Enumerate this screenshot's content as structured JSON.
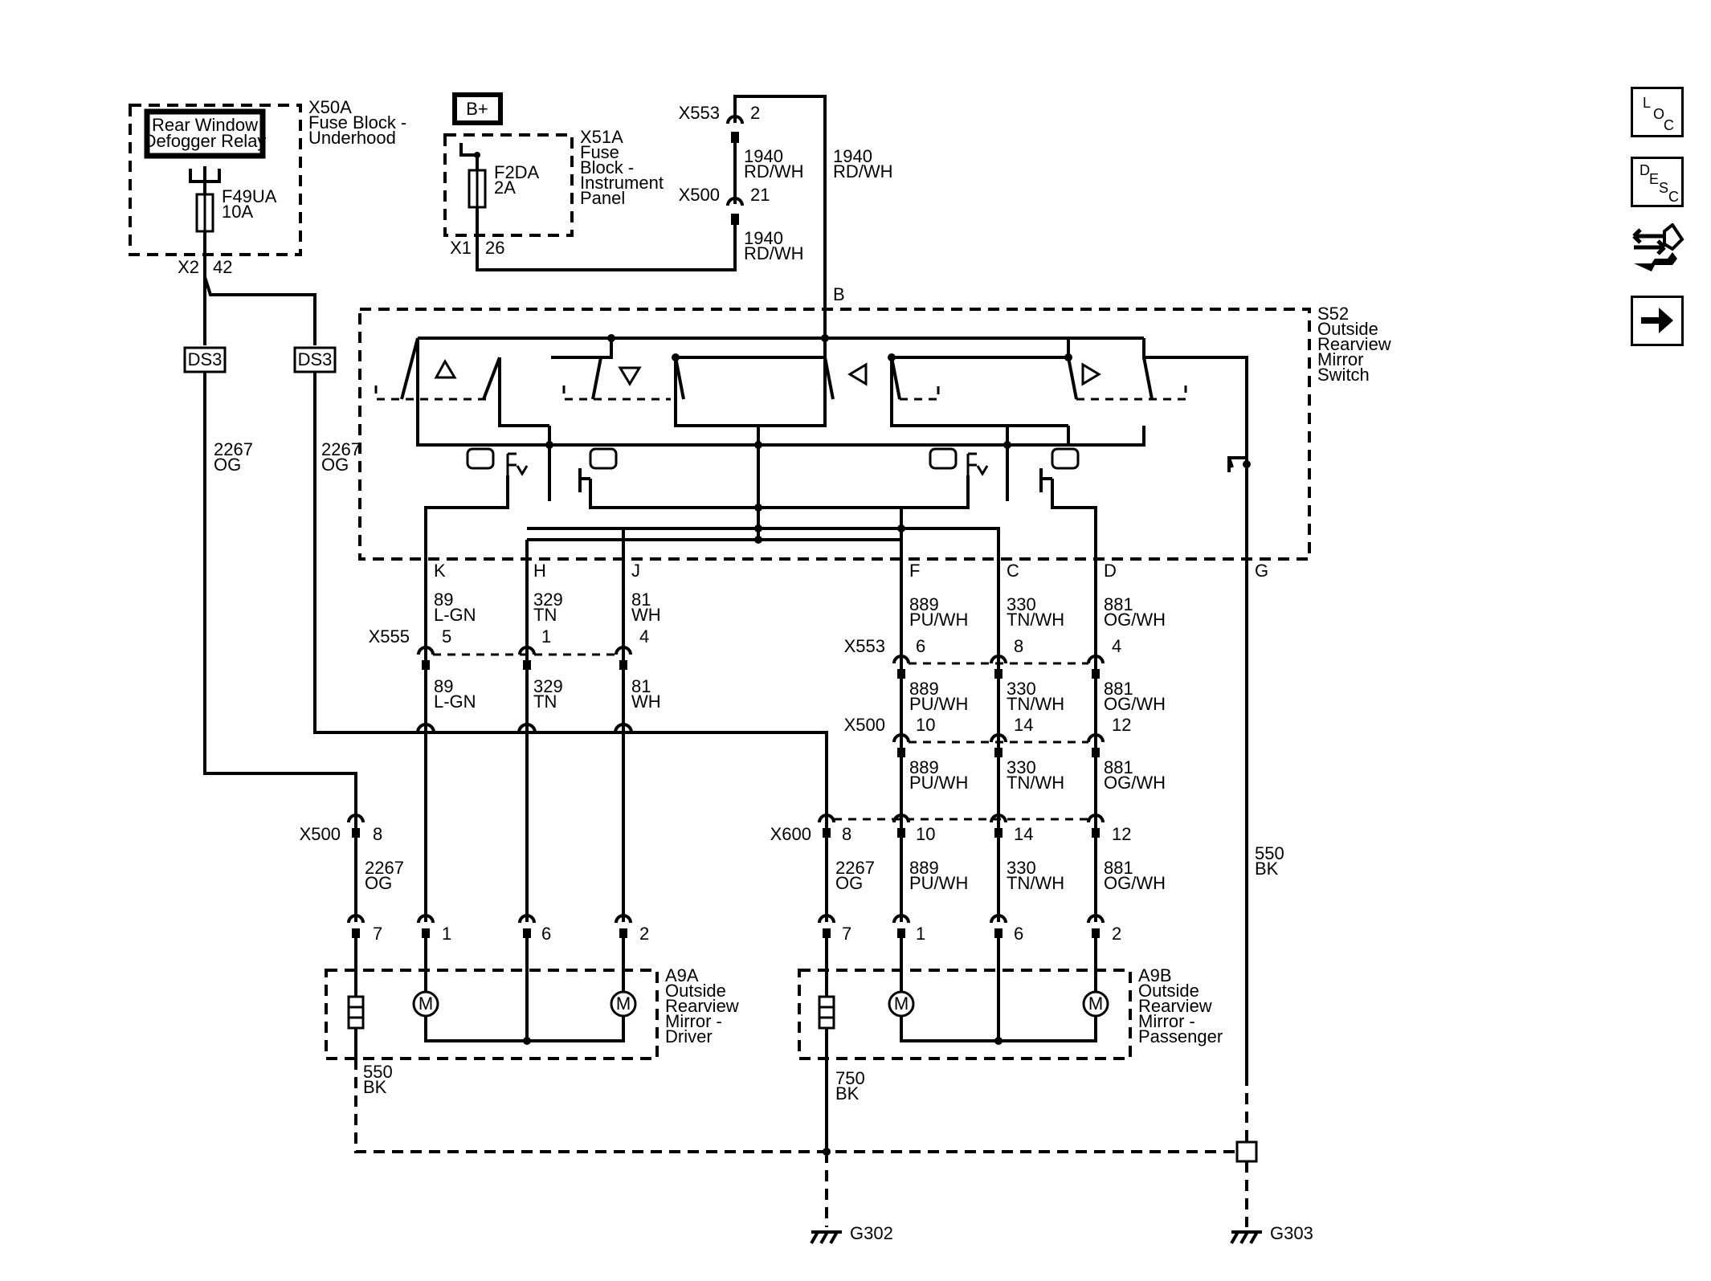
{
  "components": {
    "x50a": {
      "id": "X50A",
      "line1": "Fuse Block -",
      "line2": "Underhood"
    },
    "relay": {
      "line1": "Rear Window",
      "line2": "Defogger Relay"
    },
    "f49ua": {
      "id": "F49UA",
      "rating": "10A"
    },
    "x2": {
      "conn": "X2",
      "pin": "42"
    },
    "bplus": "B+",
    "x51a": {
      "id": "X51A",
      "line1": "Fuse",
      "line2": "Block -",
      "line3": "Instrument",
      "line4": "Panel"
    },
    "f2da": {
      "id": "F2DA",
      "rating": "2A"
    },
    "x1": {
      "conn": "X1",
      "pin": "26"
    },
    "s52": {
      "id": "S52",
      "line1": "Outside",
      "line2": "Rearview",
      "line3": "Mirror",
      "line4": "Switch"
    },
    "a9a": {
      "id": "A9A",
      "line1": "Outside",
      "line2": "Rearview",
      "line3": "Mirror -",
      "line4": "Driver"
    },
    "a9b": {
      "id": "A9B",
      "line1": "Outside",
      "line2": "Rearview",
      "line3": "Mirror -",
      "line4": "Passenger"
    },
    "motor": "M",
    "g302": "G302",
    "g303": "G303"
  },
  "splices": {
    "left": "DS3",
    "right": "DS3"
  },
  "connectors": {
    "x553_top": {
      "name": "X553",
      "pin": "2"
    },
    "x500_top": {
      "name": "X500",
      "pin": "21"
    },
    "x555": {
      "name": "X555",
      "pins": [
        "5",
        "1",
        "4"
      ]
    },
    "x553_mid": {
      "name": "X553",
      "pins": [
        "6",
        "8",
        "4"
      ]
    },
    "x500_mid": {
      "name": "X500",
      "pins": [
        "10",
        "14",
        "12"
      ]
    },
    "x500_left": {
      "name": "X500",
      "pin": "8"
    },
    "x600": {
      "name": "X600",
      "pins": [
        "8",
        "10",
        "14",
        "12"
      ]
    },
    "a9a_pins": [
      "7",
      "1",
      "6",
      "2"
    ],
    "a9b_pins": [
      "7",
      "1",
      "6",
      "2"
    ]
  },
  "switch_pins": [
    "B",
    "K",
    "H",
    "J",
    "F",
    "C",
    "D",
    "G"
  ],
  "wires": {
    "w1940": {
      "circuit": "1940",
      "color": "RD/WH"
    },
    "w2267": {
      "circuit": "2267",
      "color": "OG"
    },
    "w89": {
      "circuit": "89",
      "color": "L-GN"
    },
    "w329": {
      "circuit": "329",
      "color": "TN"
    },
    "w81": {
      "circuit": "81",
      "color": "WH"
    },
    "w889": {
      "circuit": "889",
      "color": "PU/WH"
    },
    "w330": {
      "circuit": "330",
      "color": "TN/WH"
    },
    "w881": {
      "circuit": "881",
      "color": "OG/WH"
    },
    "w550": {
      "circuit": "550",
      "color": "BK"
    },
    "w750": {
      "circuit": "750",
      "color": "BK"
    }
  },
  "nav": {
    "loc": [
      "L",
      "O",
      "C"
    ],
    "desc": [
      "D",
      "E",
      "S",
      "C"
    ]
  },
  "icons": [
    "up-arrow-icon",
    "down-arrow-icon",
    "left-arrow-icon",
    "right-arrow-icon",
    "mirror-icon",
    "connector-icon",
    "wrench-icon",
    "arrow-right-icon"
  ]
}
